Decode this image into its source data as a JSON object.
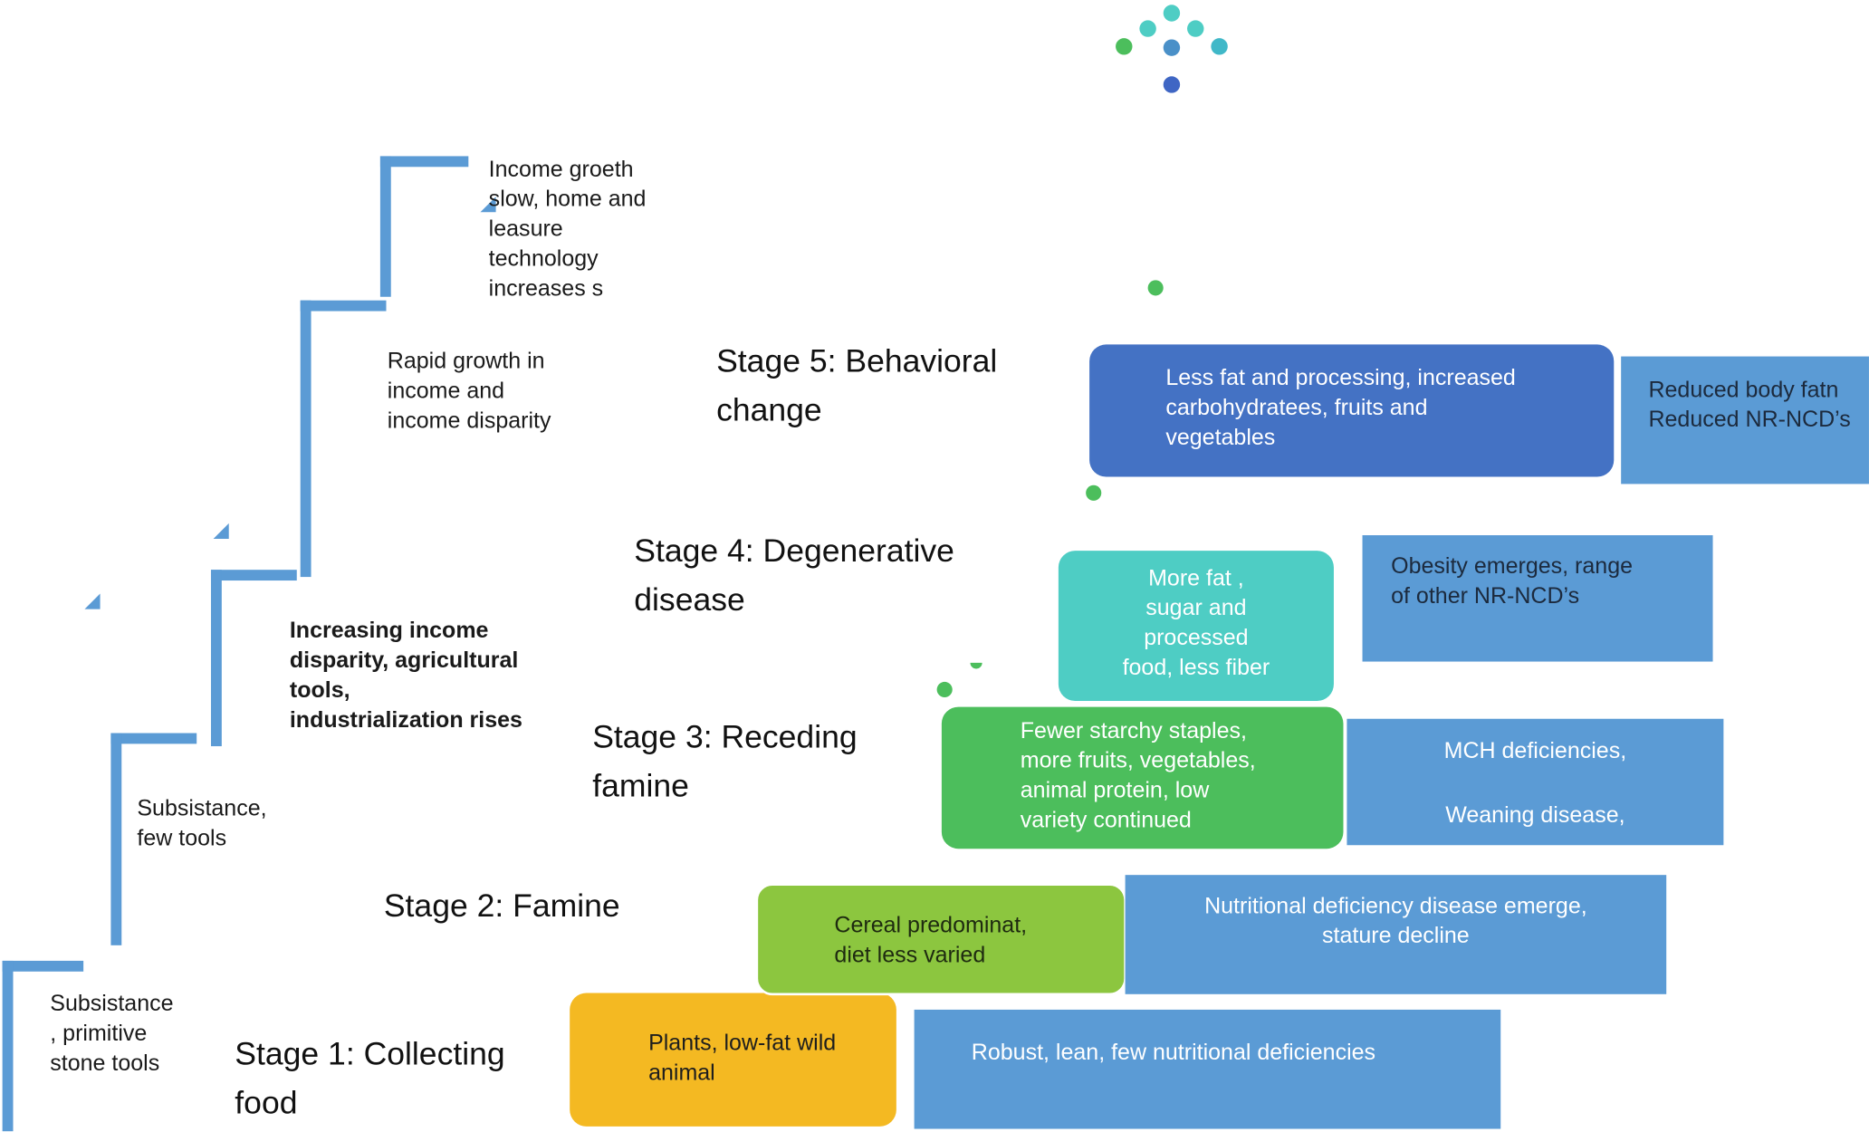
{
  "stairs": {
    "captions": [
      "Subsistance\n, primitive\nstone tools",
      "Subsistance,\nfew tools",
      "Increasing income\ndisparity, agricultural\ntools,\nindustrialization rises",
      "Rapid growth in\nincome and\nincome disparity",
      "Income groeth\nslow, home and\nleasure\ntechnology\nincreases s"
    ]
  },
  "stages": [
    {
      "title": "Stage 1: Collecting\nfood",
      "diet": "Plants, low-fat wild\nanimal",
      "outcome": "Robust, lean, few nutritional deficiencies"
    },
    {
      "title": "Stage 2: Famine",
      "diet": "Cereal predominat,\ndiet less varied",
      "outcome": "Nutritional deficiency disease emerge,\nstature decline"
    },
    {
      "title": "Stage 3: Receding\nfamine",
      "diet": "Fewer starchy staples,\nmore fruits, vegetables,\nanimal protein, low\nvariety continued",
      "outcome": "MCH deficiencies,\n\nWeaning disease,"
    },
    {
      "title": "Stage 4: Degenerative\ndisease",
      "diet": "More fat ,\nsugar and\nprocessed\nfood, less fiber",
      "outcome": "Obesity emerges, range\nof other NR-NCD’s"
    },
    {
      "title": "Stage 5: Behavioral\nchange",
      "diet": "Less fat and processing, increased\ncarbohydratees, fruits and\nvegetables",
      "outcome": "Reduced body fatn\nReduced NR-NCD’s"
    }
  ],
  "colors": {
    "stairs": "#5b9bd5",
    "stage1_diet": "#f4b922",
    "stage2_diet": "#8cc63f",
    "stage3_diet": "#4cbe5c",
    "stage4_diet": "#4ecdc4",
    "stage5_diet": "#4472c4",
    "outcome": "#5b9bd5"
  },
  "decoration": {
    "icon": "dot-cluster-icon"
  }
}
